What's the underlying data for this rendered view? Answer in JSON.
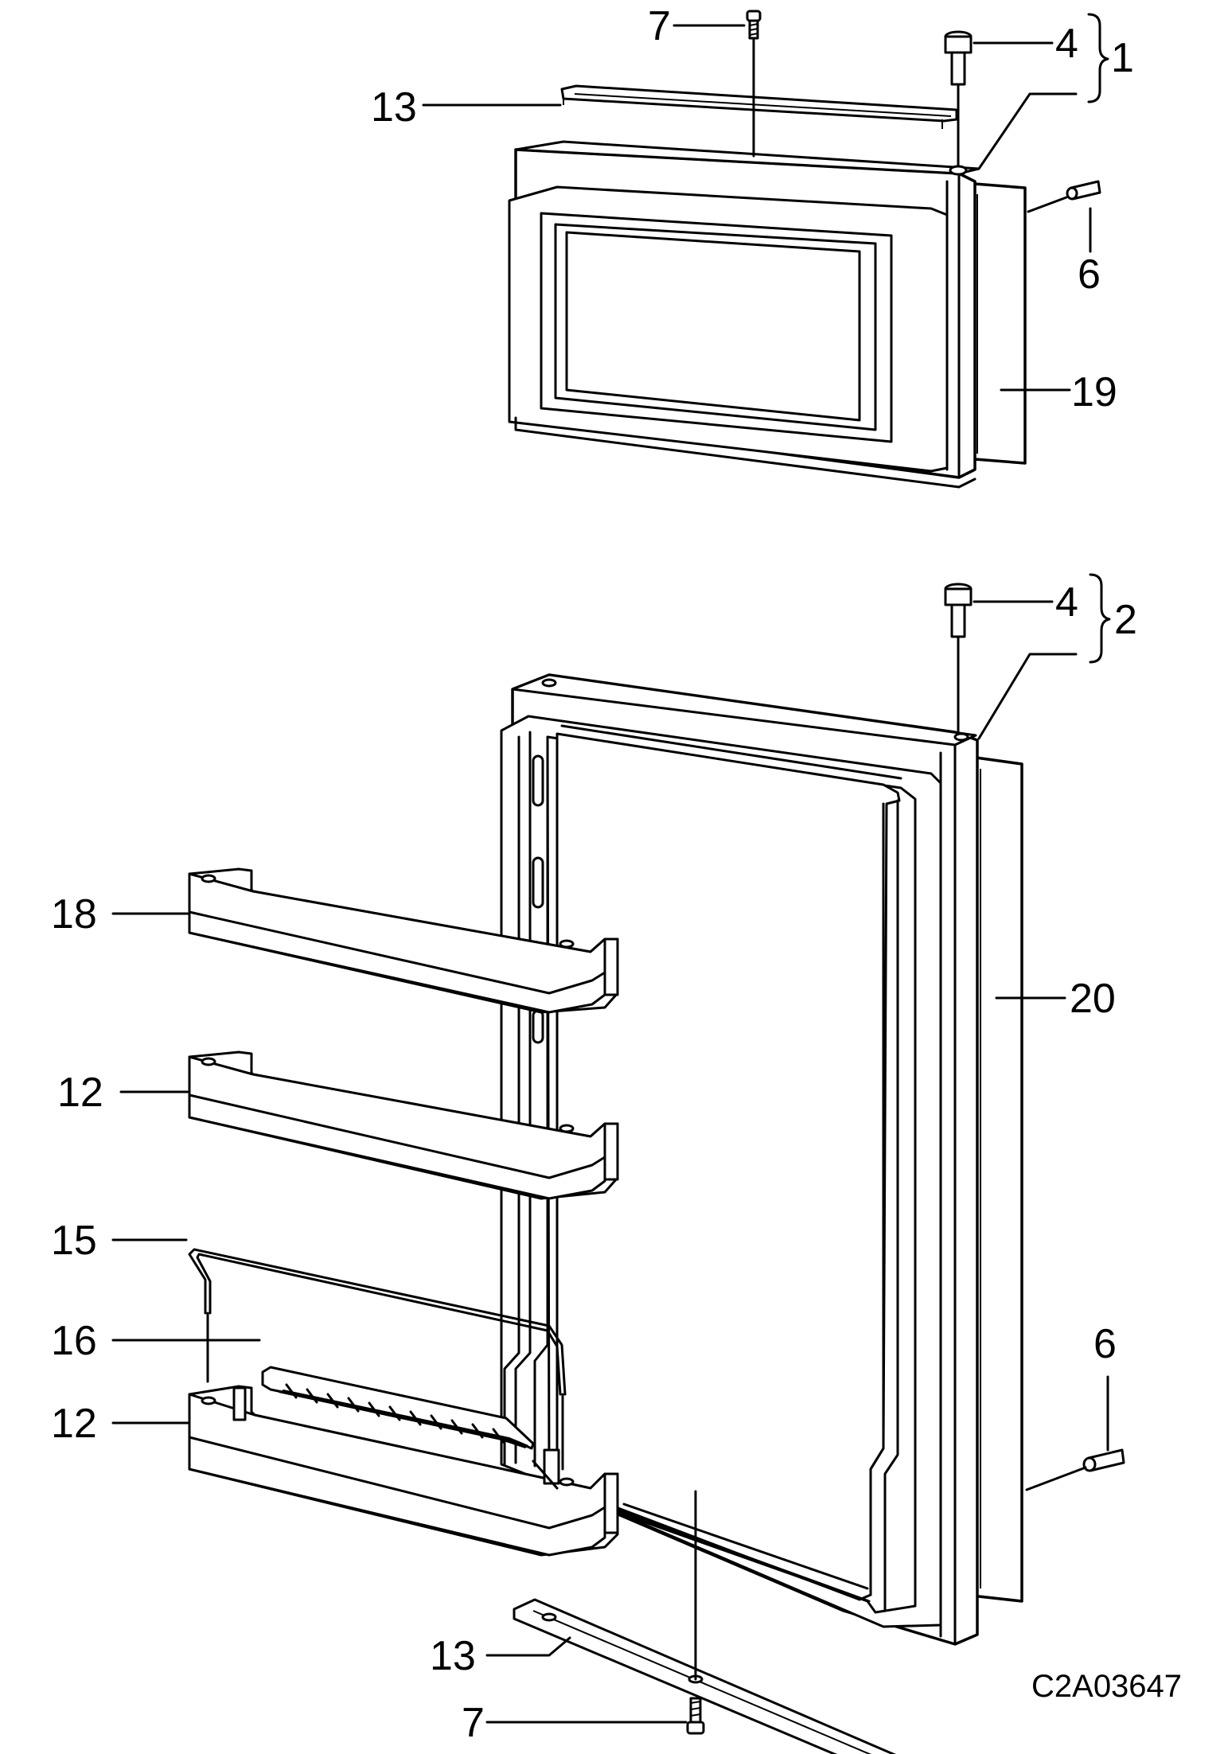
{
  "diagram": {
    "reference_code": "C2A03647",
    "callouts": {
      "upper_screw_7": "7",
      "upper_hinge_pin_4": "4",
      "upper_group_1": "1",
      "upper_cover_strip_13": "13",
      "upper_pin_6": "6",
      "upper_gasket_19": "19",
      "lower_hinge_pin_4": "4",
      "lower_group_2": "2",
      "shelf_18": "18",
      "shelf_12_upper": "12",
      "gasket_20": "20",
      "wire_bar_15": "15",
      "flap_16": "16",
      "shelf_12_lower": "12",
      "lower_pin_6": "6",
      "lower_cover_strip_13": "13",
      "lower_screw_7": "7"
    }
  }
}
